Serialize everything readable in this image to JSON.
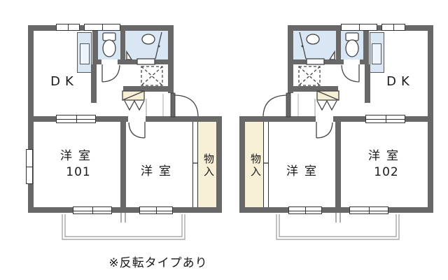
{
  "note": "※反転タイプあり",
  "colors": {
    "wall": "#686868",
    "wet_area_fill": "#d9e6f4",
    "closet_fill": "#f8efd7",
    "fixture_line": "#444444",
    "balcony_line": "#999999"
  },
  "plans": [
    {
      "labels": {
        "dk": "DK",
        "main_room": "洋室",
        "main_room_number": "101",
        "second_room": "洋室",
        "closet": "物入"
      }
    },
    {
      "labels": {
        "dk": "DK",
        "main_room": "洋室",
        "main_room_number": "102",
        "second_room": "洋室",
        "closet": "物入"
      }
    }
  ]
}
